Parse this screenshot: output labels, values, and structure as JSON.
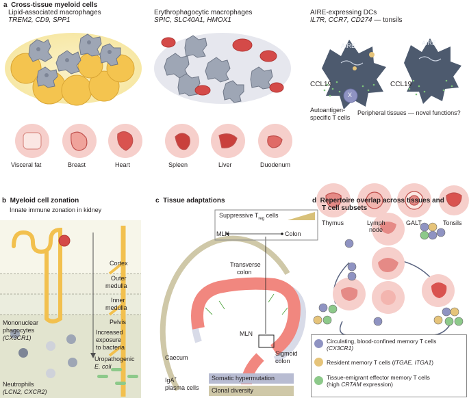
{
  "panel_a": {
    "letter": "a",
    "title": "Cross-tissue myeloid cells",
    "lipid": {
      "title": "Lipid-associated macrophages",
      "genes": "TREM2, CD9, SPP1"
    },
    "erythro": {
      "title": "Erythrophagocytic macrophages",
      "genes": "SPIC, SLC40A1, HMOX1"
    },
    "aire": {
      "title": "AIRE-expressing DCs",
      "genes": "IL7R, CCR7,  CD274",
      "suffix": " — tonsils",
      "cell_label": "AIRE",
      "x_label": "X"
    },
    "ccl19_left": "CCL19",
    "ccl19_right": "CCL19",
    "autoantigen": [
      "Autoantigen-",
      "specific T cells"
    ],
    "peripheral": "Peripheral tissues — novel functions?",
    "tissues": [
      "Visceral fat",
      "Breast",
      "Heart",
      "Spleen",
      "Liver",
      "Duodenum",
      "Thymus",
      "Lymph",
      "node",
      "GALT",
      "Tonsils"
    ]
  },
  "panel_b": {
    "letter": "b",
    "title": "Myeloid cell  zonation",
    "subtitle": "Innate immune zonation in kidney",
    "zones": [
      "Cortex",
      "Outer",
      "medulla",
      "Inner",
      "medulla",
      "Pelvis"
    ],
    "exposure": [
      "Increased",
      "exposure",
      "to bacteria"
    ],
    "mono": [
      "Mononuclear",
      "phagocytes",
      "(CX3CR1)"
    ],
    "uro": [
      "Uropathogenic",
      "E. coli"
    ],
    "neut": [
      "Neutrophils",
      "(LCN2, CXCR2)"
    ]
  },
  "panel_c": {
    "letter": "c",
    "title": "Tissue adaptations",
    "treg_label": "Suppressive T",
    "treg_sub": "reg",
    "treg_suffix": " cells",
    "mln_left": "MLN",
    "colon_right": "Colon",
    "transverse": [
      "Transverse",
      "colon"
    ],
    "mln": "MLN",
    "caecum": "Caecum",
    "sigmoid": [
      "Sigmoid",
      "colon"
    ],
    "iga": "IgA",
    "iga_sup": "+",
    "plasma": "plasma cells",
    "somatic": "Somatic hypermutation",
    "clonal": "Clonal diversity"
  },
  "panel_d": {
    "letter": "d",
    "title": [
      "Repertoire overlap across tissues and",
      "T cell subsets"
    ],
    "legend": [
      {
        "a": "Circulating, blood-confined memory T cells",
        "b": "(CX3CR1)",
        "color": "#8f93c2"
      },
      {
        "a": "Resident memory T cells (",
        "ai": "ITGAE, ITGA1",
        "ac": ")",
        "color": "#e6c47a"
      },
      {
        "a": "Tissue-emigrant effector memory T cells",
        "b": "(high ",
        "bi": "CRTAM",
        "bc": " expression)",
        "color": "#8dc98a"
      }
    ]
  },
  "colors": {
    "macrophage": "#9ea6b5",
    "adipocyte": "#f4c44f",
    "rbc": "#d44a48",
    "tissue_circle": "#f6cfcb",
    "kidney_bg": "#ebedde",
    "aire_cell": "#4d5a6e",
    "somatic": "#b8bcd2",
    "clonal": "#cfc8a8"
  }
}
